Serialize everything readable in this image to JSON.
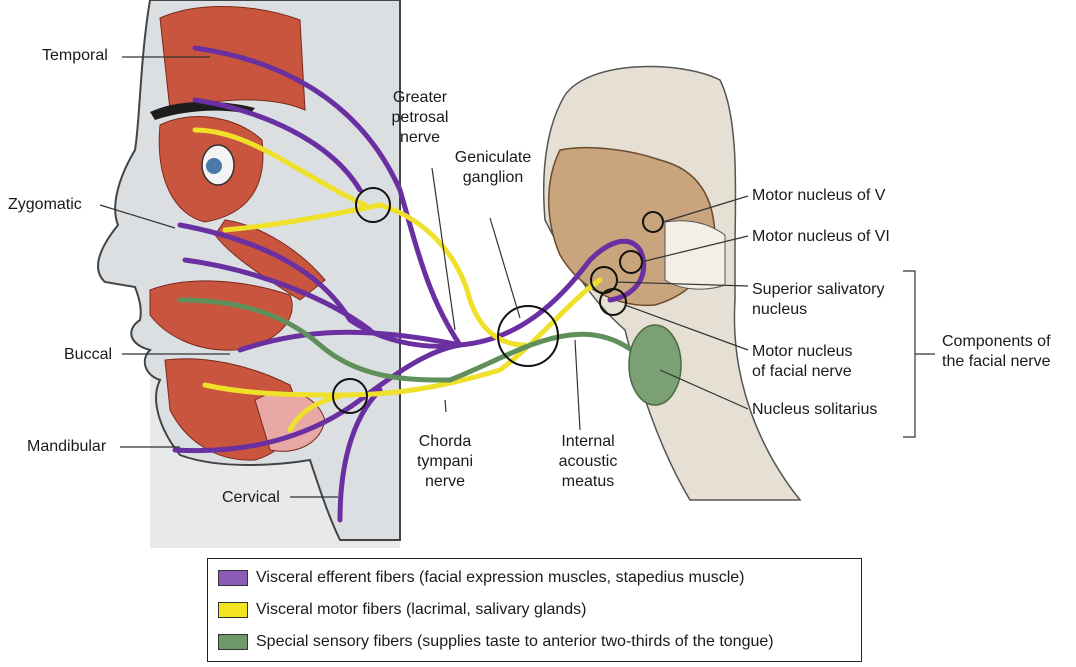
{
  "labels": {
    "temporal": "Temporal",
    "zygomatic": "Zygomatic",
    "buccal": "Buccal",
    "mandibular": "Mandibular",
    "cervical": "Cervical",
    "greater_petrosal": [
      "Greater",
      "petrosal",
      "nerve"
    ],
    "geniculate": [
      "Geniculate",
      "ganglion"
    ],
    "chorda": [
      "Chorda",
      "tympani",
      "nerve"
    ],
    "internal": [
      "Internal",
      "acoustic",
      "meatus"
    ],
    "motor_v": "Motor nucleus of V",
    "motor_vi": "Motor nucleus of VI",
    "superior_salivatory": [
      "Superior salivatory",
      "nucleus"
    ],
    "motor_facial": [
      "Motor nucleus",
      "of facial nerve"
    ],
    "nucleus_solitarius": "Nucleus solitarius",
    "components": [
      "Components of",
      "the facial nerve"
    ]
  },
  "legend": [
    {
      "text": "Visceral efferent fibers (facial expression muscles, stapedius muscle)",
      "color": "#8b5bb5",
      "icon": "purple-swatch"
    },
    {
      "text": "Visceral motor fibers (lacrimal, salivary glands)",
      "color": "#f2e51f",
      "icon": "yellow-swatch"
    },
    {
      "text": "Special sensory fibers (supplies taste to anterior two-thirds of the tongue)",
      "color": "#6e9a6a",
      "icon": "green-swatch"
    }
  ],
  "colors": {
    "purple": "#6a2fa0",
    "yellow": "#efe02a",
    "green": "#5f8f5a",
    "muscle": "#c8553f",
    "brainstem": "#c9a57e",
    "background_panel": "#e9eaeb"
  }
}
